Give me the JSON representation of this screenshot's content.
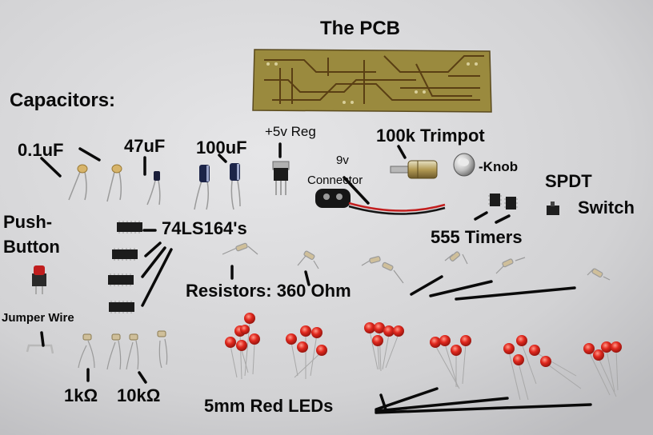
{
  "labels": {
    "pcb": "The PCB",
    "capacitors": "Capacitors:",
    "cap_01uf": "0.1uF",
    "cap_47uf": "47uF",
    "cap_100uf": "100uF",
    "reg": "+5v Reg",
    "trimpot": "100k Trimpot",
    "knob": "-Knob",
    "connector_line1": "9v",
    "connector_line2": "Connector",
    "spdt_line1": "SPDT",
    "spdt_line2": "Switch",
    "push_line1": "Push-",
    "push_line2": "Button",
    "ic": "74LS164's",
    "timers": "555 Timers",
    "resistors": "Resistors: 360 Ohm",
    "jumper": "Jumper Wire",
    "r1k": "1kΩ",
    "r10k": "10kΩ",
    "leds": "5mm Red LEDs"
  },
  "colors": {
    "background": "#dcdcdc",
    "pcb_board": "#9a8a3e",
    "pcb_trace": "#5a3f14",
    "led": "#e0281e",
    "ic_body": "#1c1c1c",
    "pointer_line": "#0a0a0a"
  }
}
